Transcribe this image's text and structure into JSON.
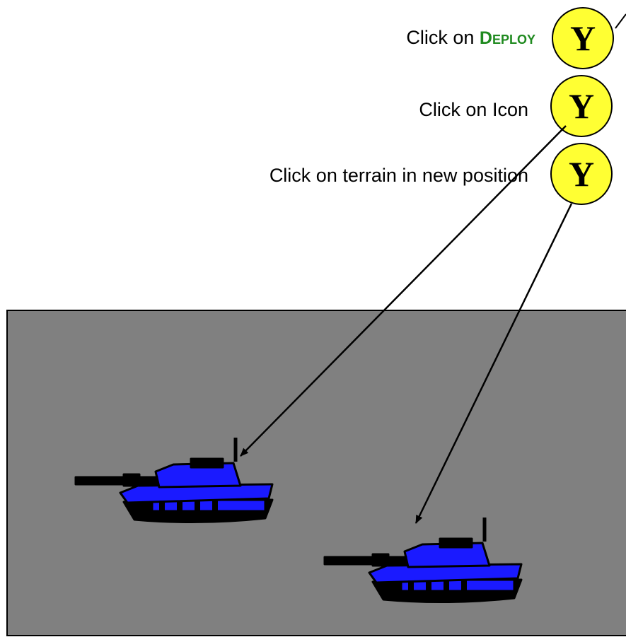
{
  "steps": [
    {
      "prefix": "Click on ",
      "keyword": "Deploy",
      "badge": "Y"
    },
    {
      "prefix": "Click on Icon",
      "keyword": "",
      "badge": "Y"
    },
    {
      "prefix": "Click on terrain in new  position",
      "keyword": "",
      "badge": "Y"
    }
  ],
  "colors": {
    "badge_fill": "#ffff33",
    "keyword": "#1f8a1f",
    "terrain": "#808080",
    "tank_body": "#1a1aff"
  },
  "icons": [
    "tank-icon-original",
    "tank-icon-new-position"
  ]
}
